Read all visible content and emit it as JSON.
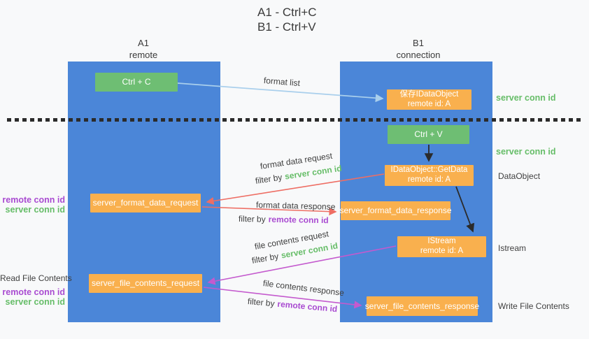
{
  "title": {
    "line1": "A1 - Ctrl+C",
    "line2": "B1 - Ctrl+V"
  },
  "lanes": {
    "left": {
      "name": "A1",
      "role": "remote"
    },
    "right": {
      "name": "B1",
      "role": "connection"
    }
  },
  "nodes": {
    "ctrl_c": {
      "label": "Ctrl + C"
    },
    "save_dataobject": {
      "line1": "保存IDataObject",
      "line2": "remote id: A"
    },
    "ctrl_v": {
      "label": "Ctrl + V"
    },
    "getdata": {
      "line1": "IDataObject::GetData",
      "line2": "remote id: A"
    },
    "format_request": {
      "label": "server_format_data_request"
    },
    "format_response": {
      "label": "server_format_data_response"
    },
    "istream": {
      "line1": "IStream",
      "line2": "remote id: A"
    },
    "file_request": {
      "label": "server_file_contents_request"
    },
    "file_response": {
      "label": "server_file_contents_response"
    }
  },
  "edges": {
    "format_list": {
      "label": "format list"
    },
    "format_data_request": {
      "label": "format data request",
      "filter_prefix": "filter by",
      "filter_key": "server conn id"
    },
    "format_data_response": {
      "label": "format data response",
      "filter_prefix": "filter by",
      "filter_key": "remote conn id"
    },
    "file_contents_request": {
      "label": "file contents request",
      "filter_prefix": "filter by",
      "filter_key": "server conn id"
    },
    "file_contents_response": {
      "label": "file contents response",
      "filter_prefix": "filter by",
      "filter_key": "remote conn id"
    }
  },
  "annotations": {
    "right_top_server_conn_id": "server conn id",
    "right_mid_server_conn_id": "server conn id",
    "right_dataobject": "DataObject",
    "right_istream": "Istream",
    "right_write_file_contents": "Write File Contents",
    "left_top_remote_conn_id": "remote conn id",
    "left_top_server_conn_id": "server conn id",
    "left_read_file_contents": "Read File Contents",
    "left_bottom_remote_conn_id": "remote conn id",
    "left_bottom_server_conn_id": "server conn id"
  },
  "colors": {
    "lane_blue": "#4B86D8",
    "node_green": "#6EBE73",
    "node_orange": "#F9B04E",
    "arrow_light_blue": "#A9CFEC",
    "arrow_red": "#EE6E64",
    "arrow_magenta": "#C45ACE",
    "arrow_black": "#2B2B2B",
    "text_green": "#66BD68",
    "text_purple": "#A94BD1",
    "text_dark": "#3F3F3F"
  }
}
